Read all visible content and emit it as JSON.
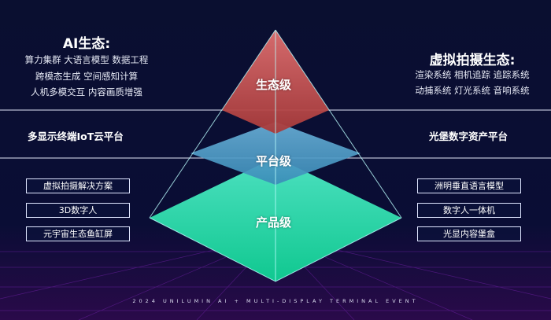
{
  "left": {
    "title": "AI生态:",
    "lines": [
      "算力集群  大语言模型  数据工程",
      "跨模态生成   空间感知计算",
      "人机多模交互   内容画质增强"
    ],
    "platform": "多显示终端IoT云平台",
    "boxes": [
      "虚拟拍摄解决方案",
      "3D数字人",
      "元宇宙生态鱼缸屏"
    ]
  },
  "right": {
    "title": "虚拟拍摄生态:",
    "lines": [
      "渲染系统   相机追踪   追踪系统",
      "动捕系统   灯光系统  音响系统"
    ],
    "platform": "光堡数字资产平台",
    "boxes": [
      "洲明垂直语言模型",
      "数字人一体机",
      "光显内容堡盒"
    ]
  },
  "pyramid": {
    "top": "生态级",
    "middle": "平台级",
    "bottom": "产品级"
  },
  "footer": "2024 UNILUMIN AI + MULTI-DISPLAY TERMINAL EVENT",
  "colors": {
    "top": "#c0504d",
    "middle": "#4a9cc4",
    "bottom": "#1fd6a8"
  }
}
